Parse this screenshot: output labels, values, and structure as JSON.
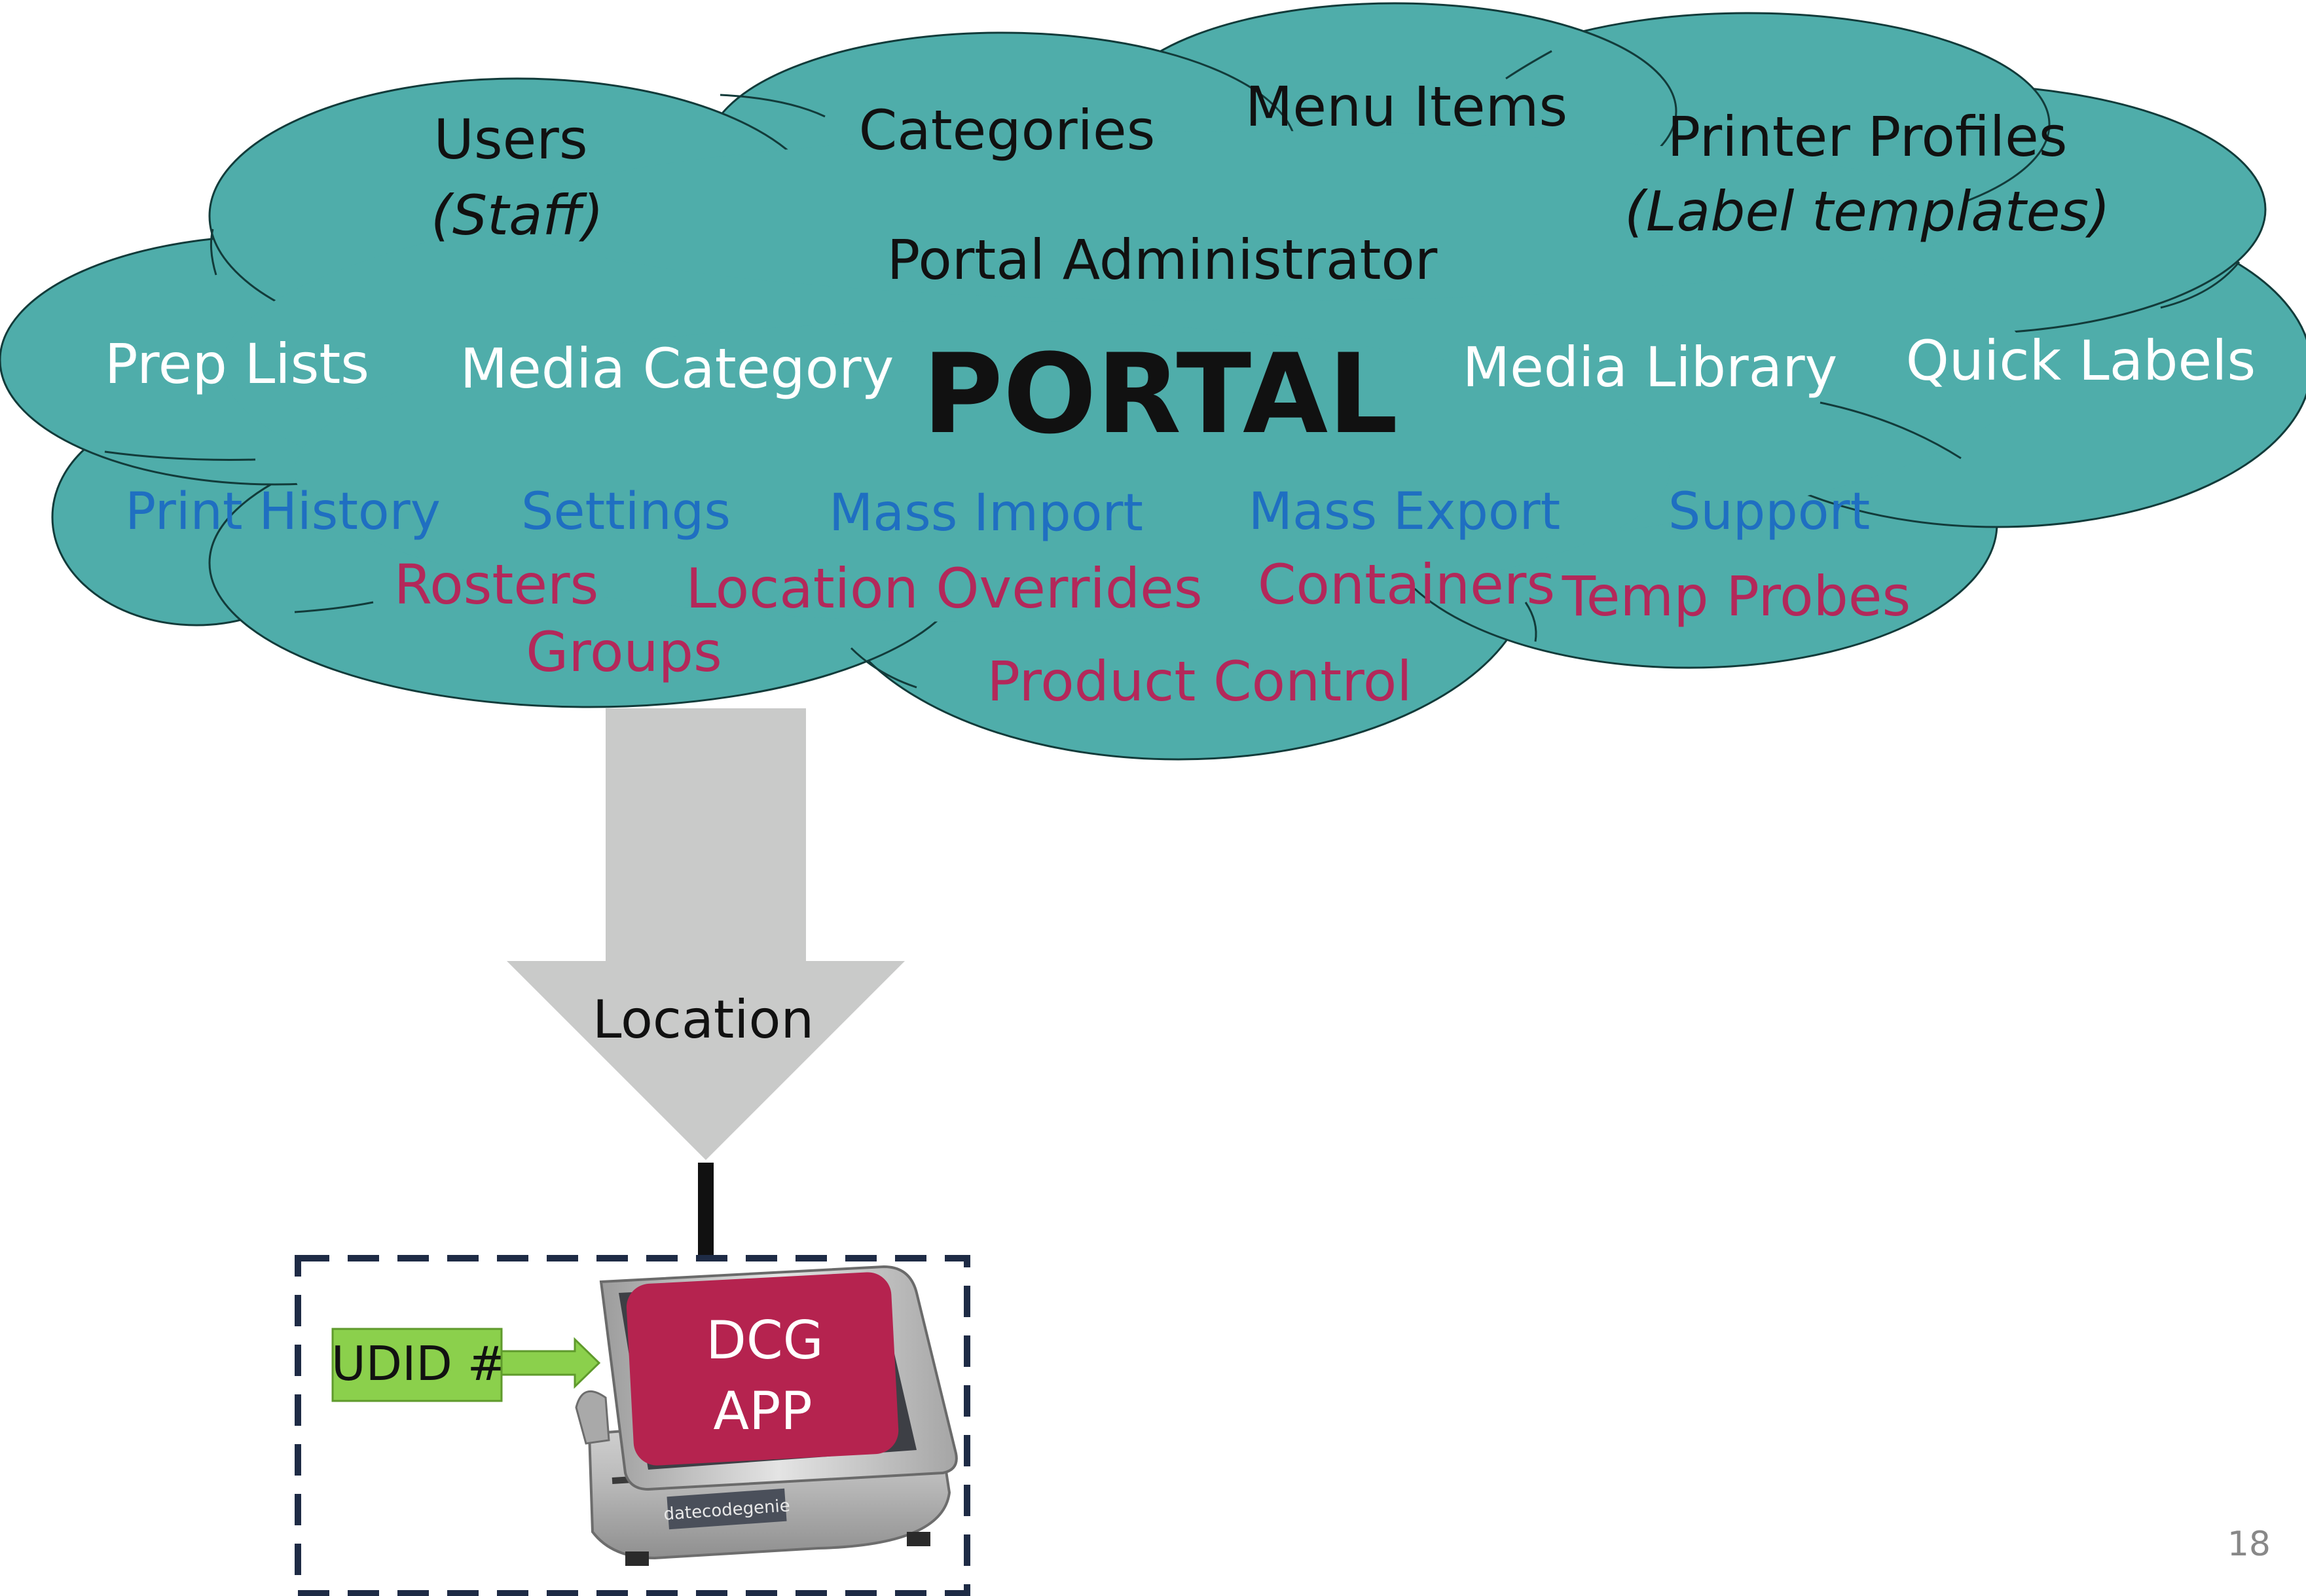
{
  "colors": {
    "cloud_fill": "#4FADAA",
    "cloud_stroke": "#123B3A",
    "dark_text": "#111111",
    "white_text": "#FFFFFF",
    "blue_text": "#1F6FC1",
    "magenta_text": "#B3285A",
    "arrow_fill": "#C9CAC9",
    "dcg_app_fill": "#B5234F",
    "udid_fill": "#8BD04C",
    "dashed_border": "#1E2B45",
    "page_number": "#888888"
  },
  "cloud": {
    "title": "PORTAL",
    "admin": "Portal Administrator",
    "users": "Users",
    "users_note": "(Staff)",
    "categories": "Categories",
    "menu_items": "Menu Items",
    "printer_profiles": "Printer Profiles",
    "printer_profiles_note": "(Label templates)",
    "prep_lists": "Prep Lists",
    "media_category": "Media Category",
    "media_library": "Media Library",
    "quick_labels": "Quick Labels",
    "print_history": "Print History",
    "settings": "Settings",
    "mass_import": "Mass Import",
    "mass_export": "Mass Export",
    "support": "Support",
    "rosters": "Rosters",
    "groups": "Groups",
    "location_overrides": "Location Overrides",
    "containers": "Containers",
    "temp_probes": "Temp Probes",
    "product_control": "Product Control"
  },
  "arrow": {
    "label": "Location"
  },
  "device": {
    "app_line1": "DCG",
    "app_line2": "APP",
    "udid_label": "UDID #",
    "brand_plate": "datecodegenie"
  },
  "page_number": "18"
}
